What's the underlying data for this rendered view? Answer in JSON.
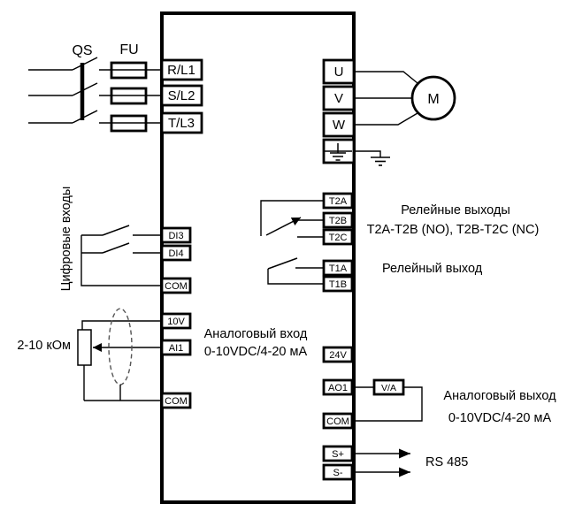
{
  "power_input": {
    "disconnect_label": "QS",
    "fuse_label": "FU",
    "terminals": [
      "R/L1",
      "S/L2",
      "T/L3"
    ]
  },
  "motor_output": {
    "terminals": [
      "U",
      "V",
      "W"
    ],
    "motor_label": "M"
  },
  "relay_output_2": {
    "terminals": [
      "T2A",
      "T2B",
      "T2C"
    ],
    "caption_line1": "Релейные выходы",
    "caption_line2": "T2A-T2B (NO), T2B-T2C (NC)"
  },
  "relay_output_1": {
    "terminals": [
      "T1A",
      "T1B"
    ],
    "caption": "Релейный выход"
  },
  "digital_inputs": {
    "caption": "Цифровые входы",
    "terminals": [
      "DI3",
      "DI4",
      "COM"
    ]
  },
  "analog_input": {
    "terminals": [
      "10V",
      "AI1",
      "COM"
    ],
    "potentiometer_label": "2-10 кОм",
    "caption_line1": "Аналоговый вход",
    "caption_line2": "0-10VDC/4-20 мА"
  },
  "power_supply": {
    "terminal": "24V"
  },
  "analog_output": {
    "terminals": [
      "AO1",
      "COM"
    ],
    "converter_label": "V/A",
    "caption_line1": "Аналоговый выход",
    "caption_line2": "0-10VDC/4-20 мА"
  },
  "comm_port": {
    "terminals": [
      "S+",
      "S-"
    ],
    "caption": "RS 485"
  },
  "colors": {
    "line": "#000000",
    "background": "#ffffff"
  }
}
